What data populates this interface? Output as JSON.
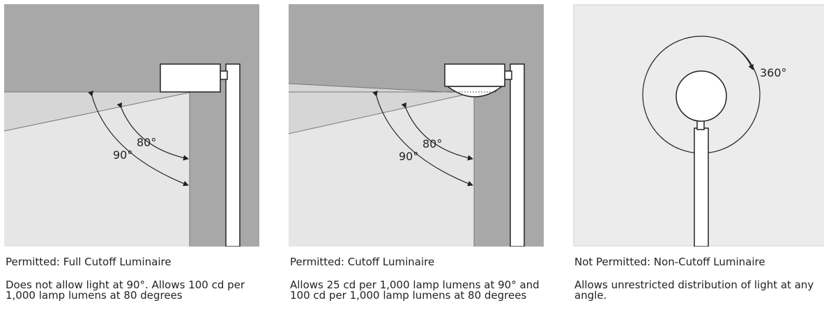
{
  "panels": [
    {
      "title": "Permitted: Full Cutoff Luminaire",
      "description": "Does not allow light at 90°. Allows 100 cd per 1,000 lamp lumens at 80 degrees",
      "labels": {
        "angle_80": "80°",
        "angle_90": "90°"
      }
    },
    {
      "title": "Permitted: Cutoff Luminaire",
      "description": "Allows 25 cd per 1,000 lamp lumens at 90° and 100 cd per 1,000 lamp lumens at 80 degrees",
      "labels": {
        "angle_80": "80°",
        "angle_90": "90°"
      }
    },
    {
      "title": "Not Permitted: Non-Cutoff Luminaire",
      "description": "Allows unrestricted distribution of light at any angle.",
      "labels": {
        "angle_360": "360°"
      }
    }
  ],
  "colors": {
    "dark_gray": "#a8a8a8",
    "light_gray": "#e6e6e6",
    "lit_gray": "#d6d6d6",
    "line": "#222222",
    "white": "#ffffff"
  }
}
